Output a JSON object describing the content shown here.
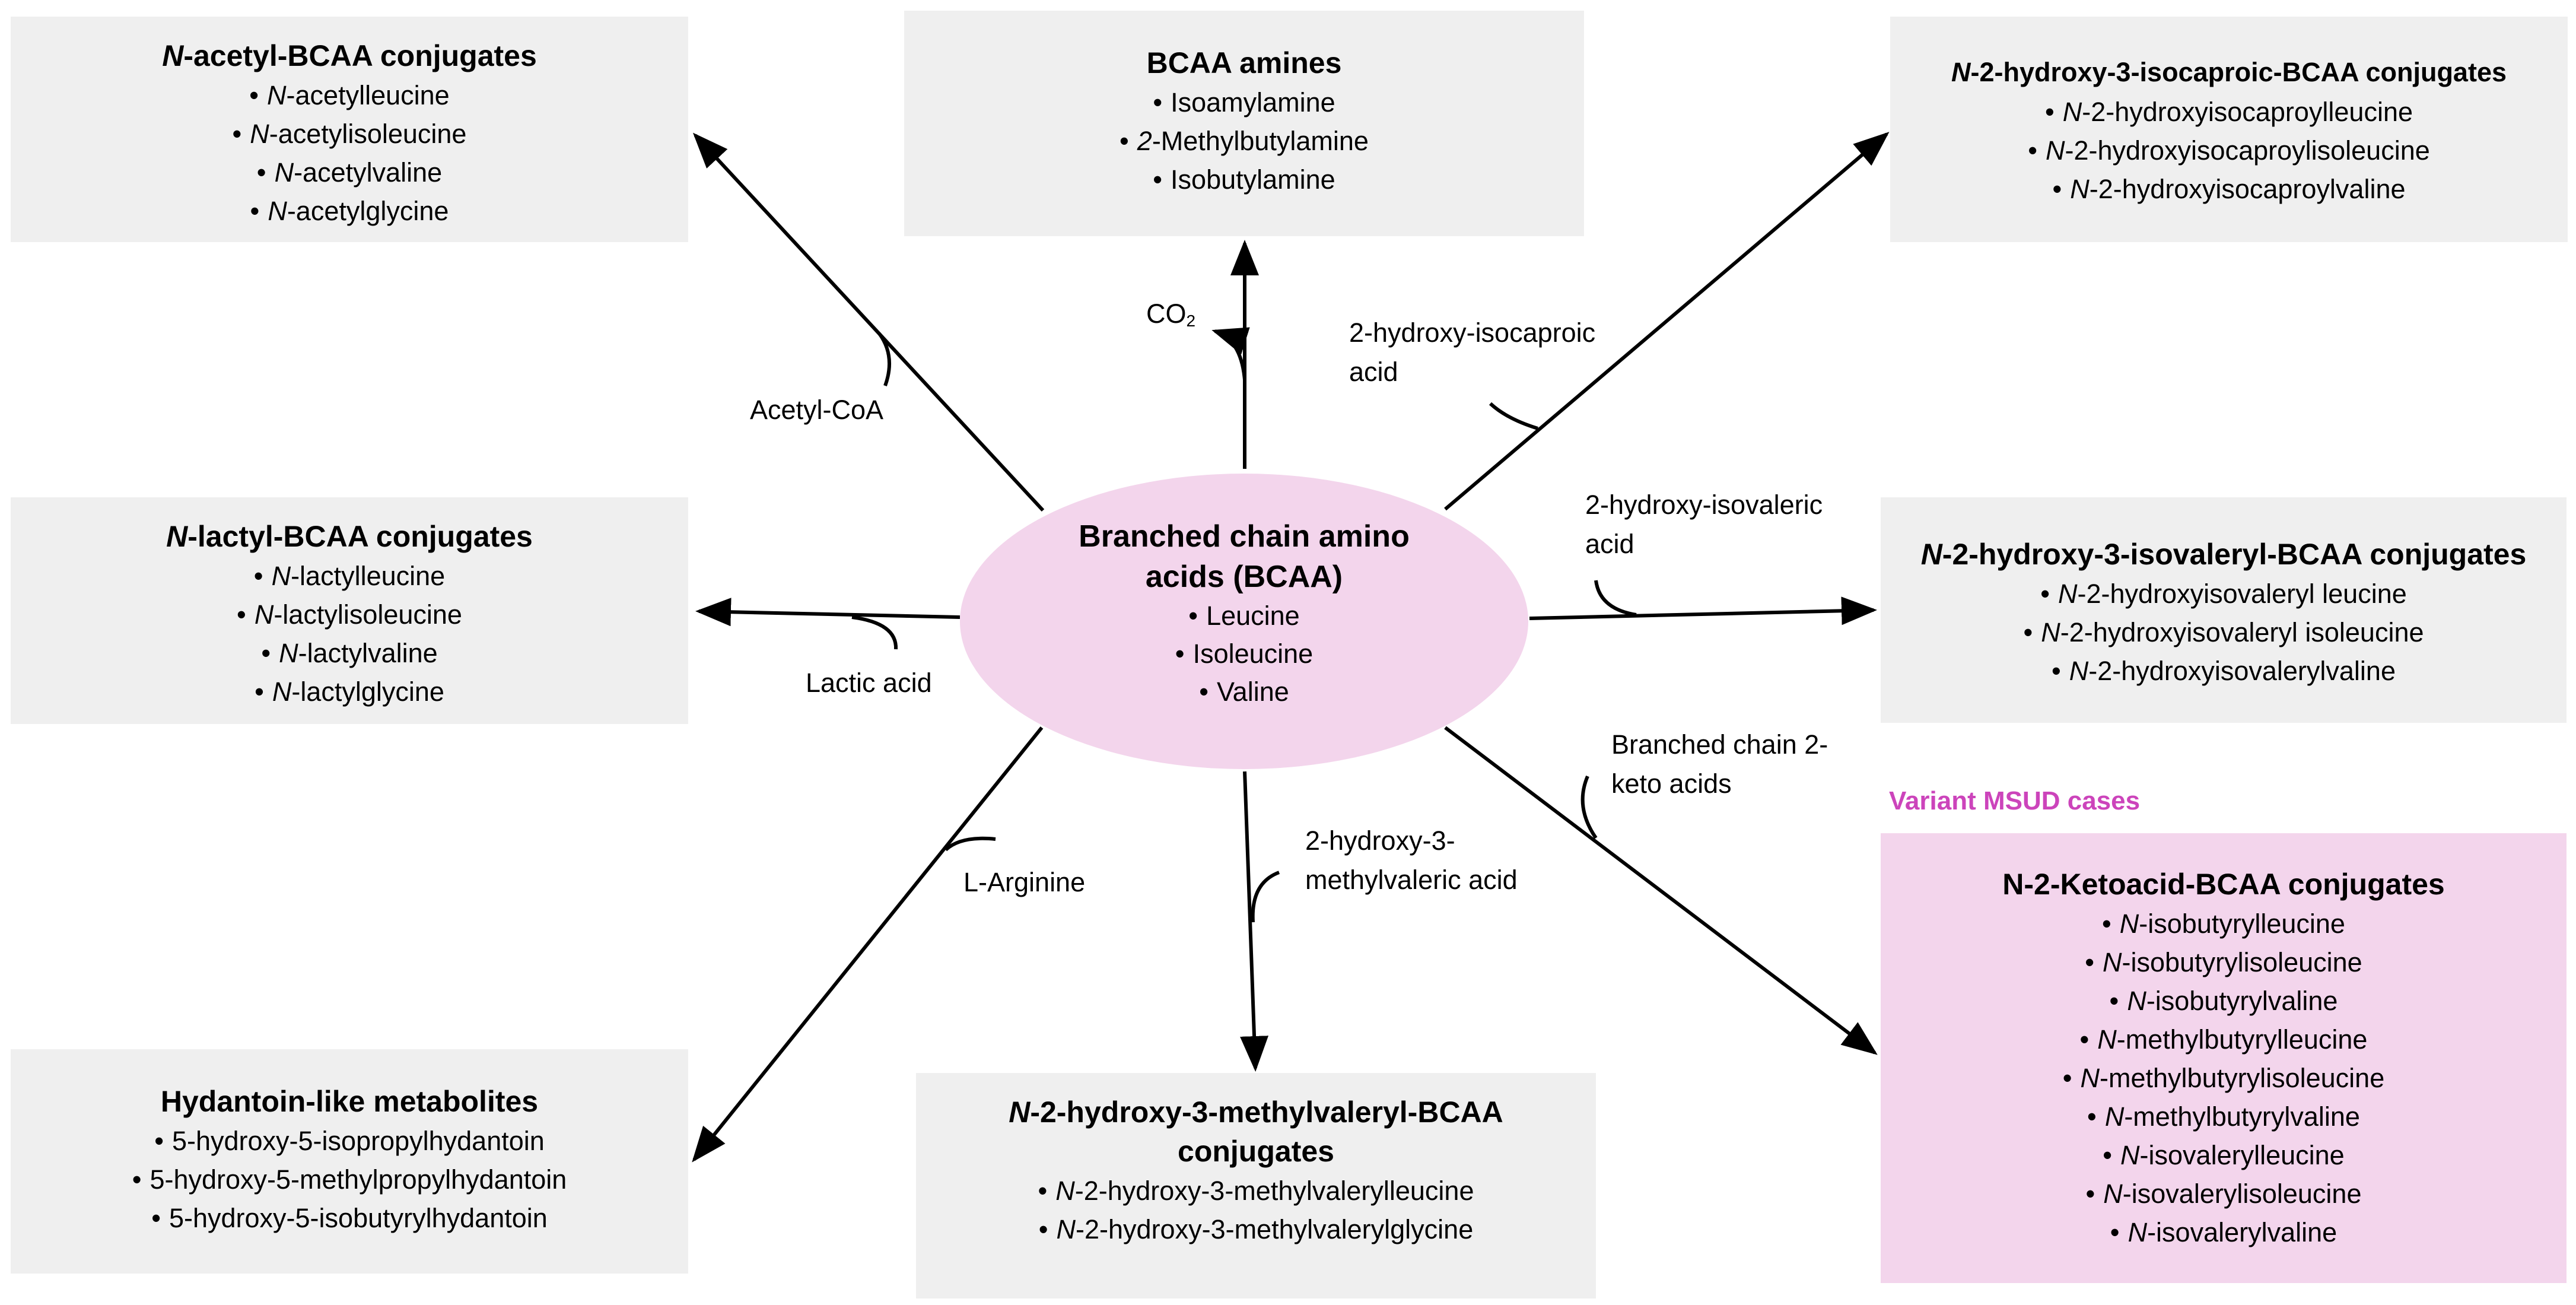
{
  "colors": {
    "box_fill": "#efefef",
    "center_fill": "#f3d5ec",
    "variant_fill": "#f3d5ec",
    "variant_label": "#cc44bb",
    "arrow": "#000000"
  },
  "center": {
    "title_line1": "Branched chain amino",
    "title_line2": "acids (BCAA)",
    "items": [
      "Leucine",
      "Isoleucine",
      "Valine"
    ]
  },
  "boxes": {
    "acetyl": {
      "title_prefix": "N",
      "title_rest": "-acetyl-BCAA conjugates",
      "items": [
        {
          "pre": "N",
          "rest": "-acetylleucine"
        },
        {
          "pre": "N",
          "rest": "-acetylisoleucine"
        },
        {
          "pre": "N",
          "rest": "-acetylvaline"
        },
        {
          "pre": "N",
          "rest": "-acetylglycine"
        }
      ]
    },
    "amines": {
      "title": "BCAA amines",
      "items": [
        {
          "pre": "",
          "rest": "Isoamylamine"
        },
        {
          "pre": "2",
          "rest": "-Methylbutylamine"
        },
        {
          "pre": "",
          "rest": "Isobutylamine"
        }
      ]
    },
    "isocaproic": {
      "title_prefix": "N",
      "title_rest": "-2-hydroxy-3-isocaproic-BCAA conjugates",
      "items": [
        {
          "pre": "N",
          "rest": "-2-hydroxyisocaproylleucine"
        },
        {
          "pre": "N",
          "rest": "-2-hydroxyisocaproylisoleucine"
        },
        {
          "pre": "N",
          "rest": "-2-hydroxyisocaproylvaline"
        }
      ]
    },
    "lactyl": {
      "title_prefix": "N",
      "title_rest": "-lactyl-BCAA conjugates",
      "items": [
        {
          "pre": "N",
          "rest": "-lactylleucine"
        },
        {
          "pre": "N",
          "rest": "-lactylisoleucine"
        },
        {
          "pre": "N",
          "rest": "-lactylvaline"
        },
        {
          "pre": "N",
          "rest": "-lactylglycine"
        }
      ]
    },
    "isovaleryl": {
      "title_prefix": "N",
      "title_rest": "-2-hydroxy-3-isovaleryl-BCAA conjugates",
      "items": [
        {
          "pre": "N",
          "rest": "-2-hydroxyisovaleryl leucine"
        },
        {
          "pre": "N",
          "rest": "-2-hydroxyisovaleryl isoleucine"
        },
        {
          "pre": "N",
          "rest": "-2-hydroxyisovalerylvaline"
        }
      ]
    },
    "hydantoin": {
      "title": "Hydantoin-like metabolites",
      "items": [
        {
          "pre": "",
          "rest": "5-hydroxy-5-isopropylhydantoin"
        },
        {
          "pre": "",
          "rest": "5-hydroxy-5-methylpropylhydantoin"
        },
        {
          "pre": "",
          "rest": "5-hydroxy-5-isobutyrylhydantoin"
        }
      ]
    },
    "methylvaleryl": {
      "title_prefix": "N",
      "title_rest": "-2-hydroxy-3-methylvaleryl-BCAA",
      "title_line2": "conjugates",
      "items": [
        {
          "pre": "N",
          "rest": "-2-hydroxy-3-methylvalerylleucine"
        },
        {
          "pre": "N",
          "rest": "-2-hydroxy-3-methylvalerylglycine"
        }
      ]
    },
    "ketoacid": {
      "title": "N-2-Ketoacid-BCAA conjugates",
      "items": [
        {
          "pre": "N",
          "rest": "-isobutyrylleucine"
        },
        {
          "pre": "N",
          "rest": "-isobutyrylisoleucine"
        },
        {
          "pre": "N",
          "rest": "-isobutyrylvaline"
        },
        {
          "pre": "N",
          "rest": "-methylbutyrylleucine"
        },
        {
          "pre": "N",
          "rest": "-methylbutyrylisoleucine"
        },
        {
          "pre": "N",
          "rest": "-methylbutyrylvaline"
        },
        {
          "pre": "N",
          "rest": "-isovalerylleucine"
        },
        {
          "pre": "N",
          "rest": "-isovalerylisoleucine"
        },
        {
          "pre": "N",
          "rest": "-isovalerylvaline"
        }
      ]
    }
  },
  "labels": {
    "co2_main": "CO",
    "co2_sub": "2",
    "acetyl_coa": "Acetyl-CoA",
    "hic_line1": "2-hydroxy-isocaproic",
    "hic_line2": "acid",
    "hiv_line1": "2-hydroxy-isovaleric",
    "hiv_line2": "acid",
    "lactic": "Lactic acid",
    "bcka_line1": "Branched chain 2-",
    "bcka_line2": "keto acids",
    "arginine": "L-Arginine",
    "hmv_line1": "2-hydroxy-3-",
    "hmv_line2": "methylvaleric acid",
    "variant": "Variant MSUD cases"
  }
}
